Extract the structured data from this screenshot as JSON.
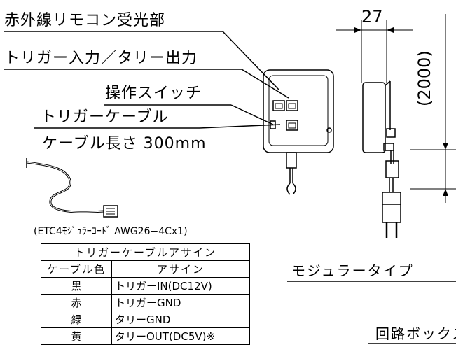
{
  "labels": {
    "ir_receiver": "赤外線リモコン受光部",
    "trigger_tally": "トリガー入力／タリー出力",
    "switch": "操作スイッチ",
    "trigger_cable": "トリガーケーブル",
    "cable_length": "ケーブル長さ 300mm",
    "cable_spec": "(ETC4ﾓｼﾞｭﾗｰｺｰﾄﾞ  AWG26−4Cx1)",
    "modular_type": "モジュラータイプ",
    "circuit_box": "回路ボックス"
  },
  "dimensions": {
    "width": "27",
    "height": "(2000)"
  },
  "table": {
    "title": "トリガーケーブルアサイン",
    "headers": [
      "ケーブル色",
      "アサイン"
    ],
    "rows": [
      {
        "color": "黒",
        "assign": "トリガーIN(DC12V)"
      },
      {
        "color": "赤",
        "assign": "トリガーGND"
      },
      {
        "color": "緑",
        "assign": "タリーGND"
      },
      {
        "color": "黄",
        "assign": "タリーOUT(DC5V)※"
      }
    ]
  }
}
